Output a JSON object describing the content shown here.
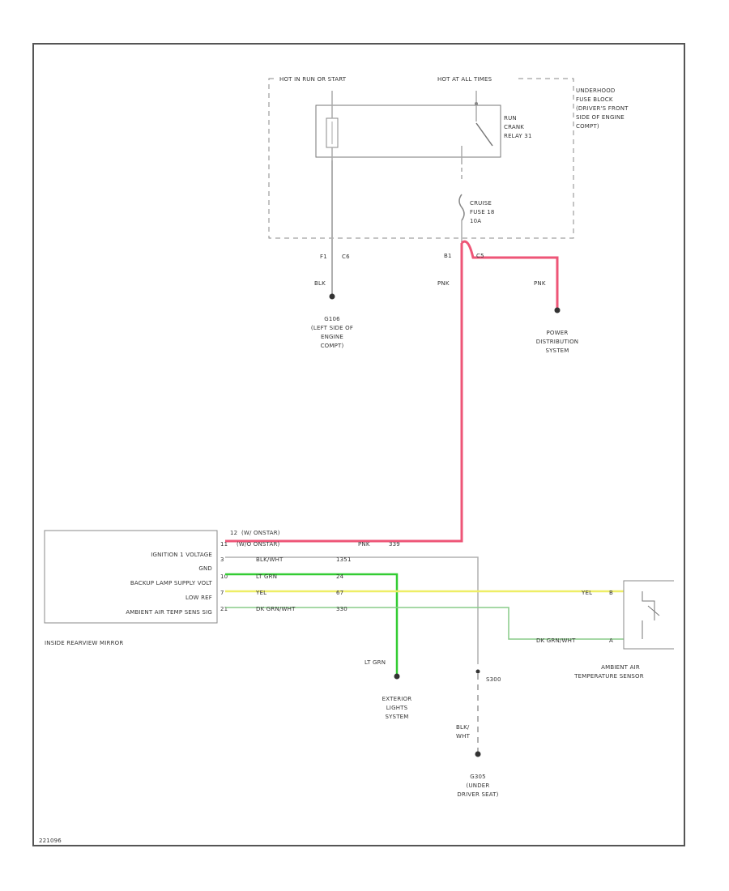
{
  "colors": {
    "frame": "#555555",
    "wire_black": "#b0b0b0",
    "wire_pink": "#ee5577",
    "wire_green": "#33cc33",
    "wire_yellow": "#eeee66",
    "wire_dkgrn": "#88cc88",
    "text": "#333333"
  },
  "fuse_block": {
    "top_left_label": "HOT IN RUN OR START",
    "top_right_label": "HOT AT ALL TIMES",
    "name_lines": [
      "UNDERHOOD",
      "FUSE BLOCK",
      "(DRIVER'S FRONT",
      "SIDE OF ENGINE",
      "COMPT)"
    ],
    "relay_lines": [
      "RUN",
      "CRANK",
      "RELAY 31"
    ],
    "fuse_lines": [
      "CRUISE",
      "FUSE 18",
      "10A"
    ]
  },
  "left_branch": {
    "pin": "F1",
    "connector": "C6",
    "wire_color": "BLK",
    "ground_lines": [
      "G106",
      "(LEFT SIDE OF",
      "ENGINE",
      "COMPT)"
    ]
  },
  "right_branch": {
    "pin_left": "B1",
    "pin_right": "C5",
    "wire_color_left": "PNK",
    "wire_color_right": "PNK",
    "dest_lines": [
      "POWER",
      "DISTRIBUTION",
      "SYSTEM"
    ]
  },
  "mirror": {
    "rows": [
      "IGNITION 1 VOLTAGE",
      "GND",
      "BACKUP LAMP SUPPLY VOLT",
      "LOW REF",
      "AMBIENT AIR TEMP SENS SIG"
    ],
    "name": "INSIDE REARVIEW MIRROR",
    "header_pin": "12",
    "header_note": "(W/ ONSTAR)",
    "row_pins": [
      "11",
      "3",
      "10",
      "7",
      "21"
    ],
    "row_wires": [
      {
        "main": "(W/O ONSTAR)",
        "color": "PNK",
        "circuit": "339"
      },
      {
        "main": "BLK/WHT",
        "color": "",
        "circuit": "1351"
      },
      {
        "main": "LT GRN",
        "color": "",
        "circuit": "24"
      },
      {
        "main": "YEL",
        "color": "",
        "circuit": "67"
      },
      {
        "main": "DK GRN/WHT",
        "color": "",
        "circuit": "330"
      }
    ]
  },
  "exterior_lights": {
    "wire_label": "LT GRN",
    "lines": [
      "EXTERIOR",
      "LIGHTS",
      "SYSTEM"
    ]
  },
  "ground_lower": {
    "splice": "S300",
    "wire_lines": [
      "BLK/",
      "WHT"
    ],
    "lines": [
      "G305",
      "(UNDER",
      "DRIVER SEAT)"
    ]
  },
  "sensor": {
    "wire_top": "YEL",
    "pin_top": "B",
    "wire_bottom": "DK GRN/WHT",
    "pin_bottom": "A",
    "lines": [
      "AMBIENT AIR",
      "TEMPERATURE SENSOR"
    ]
  },
  "footer_code": "221096"
}
